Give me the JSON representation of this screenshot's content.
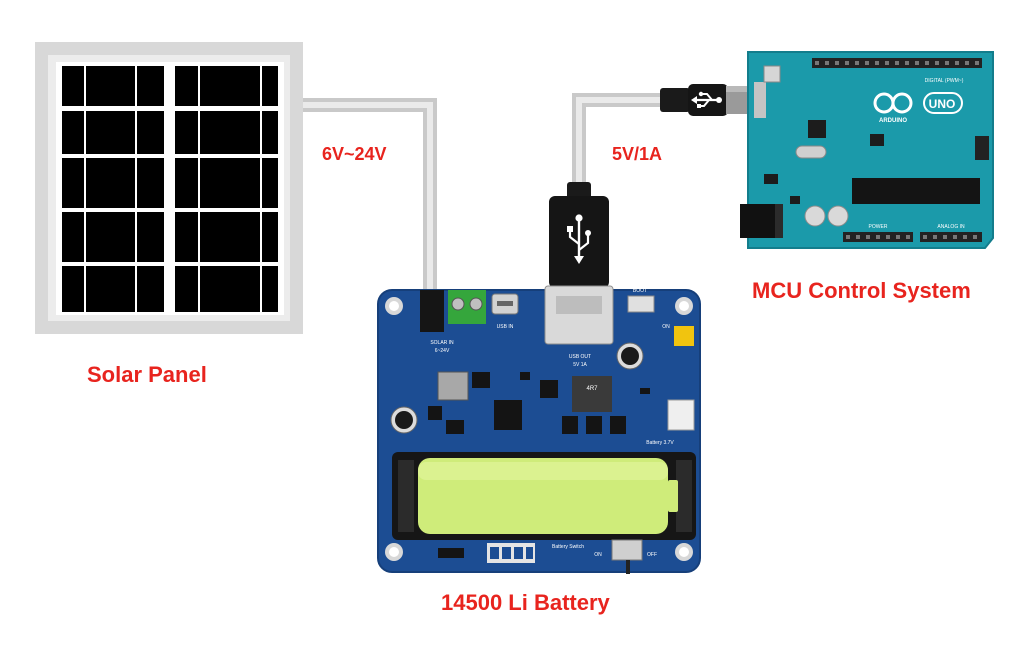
{
  "colors": {
    "label_red": "#e8241e",
    "pcb_blue": "#1c4d93",
    "arduino_teal": "#1b9aaa",
    "battery_green": "#cfec7a",
    "cable_gray": "#c9c9c9",
    "panel_frame": "#d8d8d8",
    "panel_cell": "#000000"
  },
  "components": {
    "solar_panel": {
      "label": "Solar Panel"
    },
    "battery_board": {
      "label": "14500 Li Battery",
      "silkscreen": {
        "usb_in": "USB IN",
        "solar_in": "SOLAR IN",
        "solar_range": "6~24V",
        "usb_out": "USB OUT",
        "usb_out_rating": "5V 1A",
        "boot": "BOOT",
        "on": "ON",
        "off": "OFF",
        "battery": "Battery 3.7V",
        "battery_switch": "Battery Switch",
        "inductor": "4R7"
      }
    },
    "mcu": {
      "label": "MCU Control System",
      "silkscreen": {
        "brand": "ARDUINO",
        "model": "UNO",
        "digital": "DIGITAL (PWM~)",
        "analog": "ANALOG IN",
        "power": "POWER"
      }
    }
  },
  "connections": [
    {
      "from": "solar_panel",
      "to": "battery_board",
      "label": "6V~24V"
    },
    {
      "from": "battery_board",
      "to": "mcu",
      "label": "5V/1A"
    }
  ],
  "icons": [
    "usb-icon"
  ]
}
